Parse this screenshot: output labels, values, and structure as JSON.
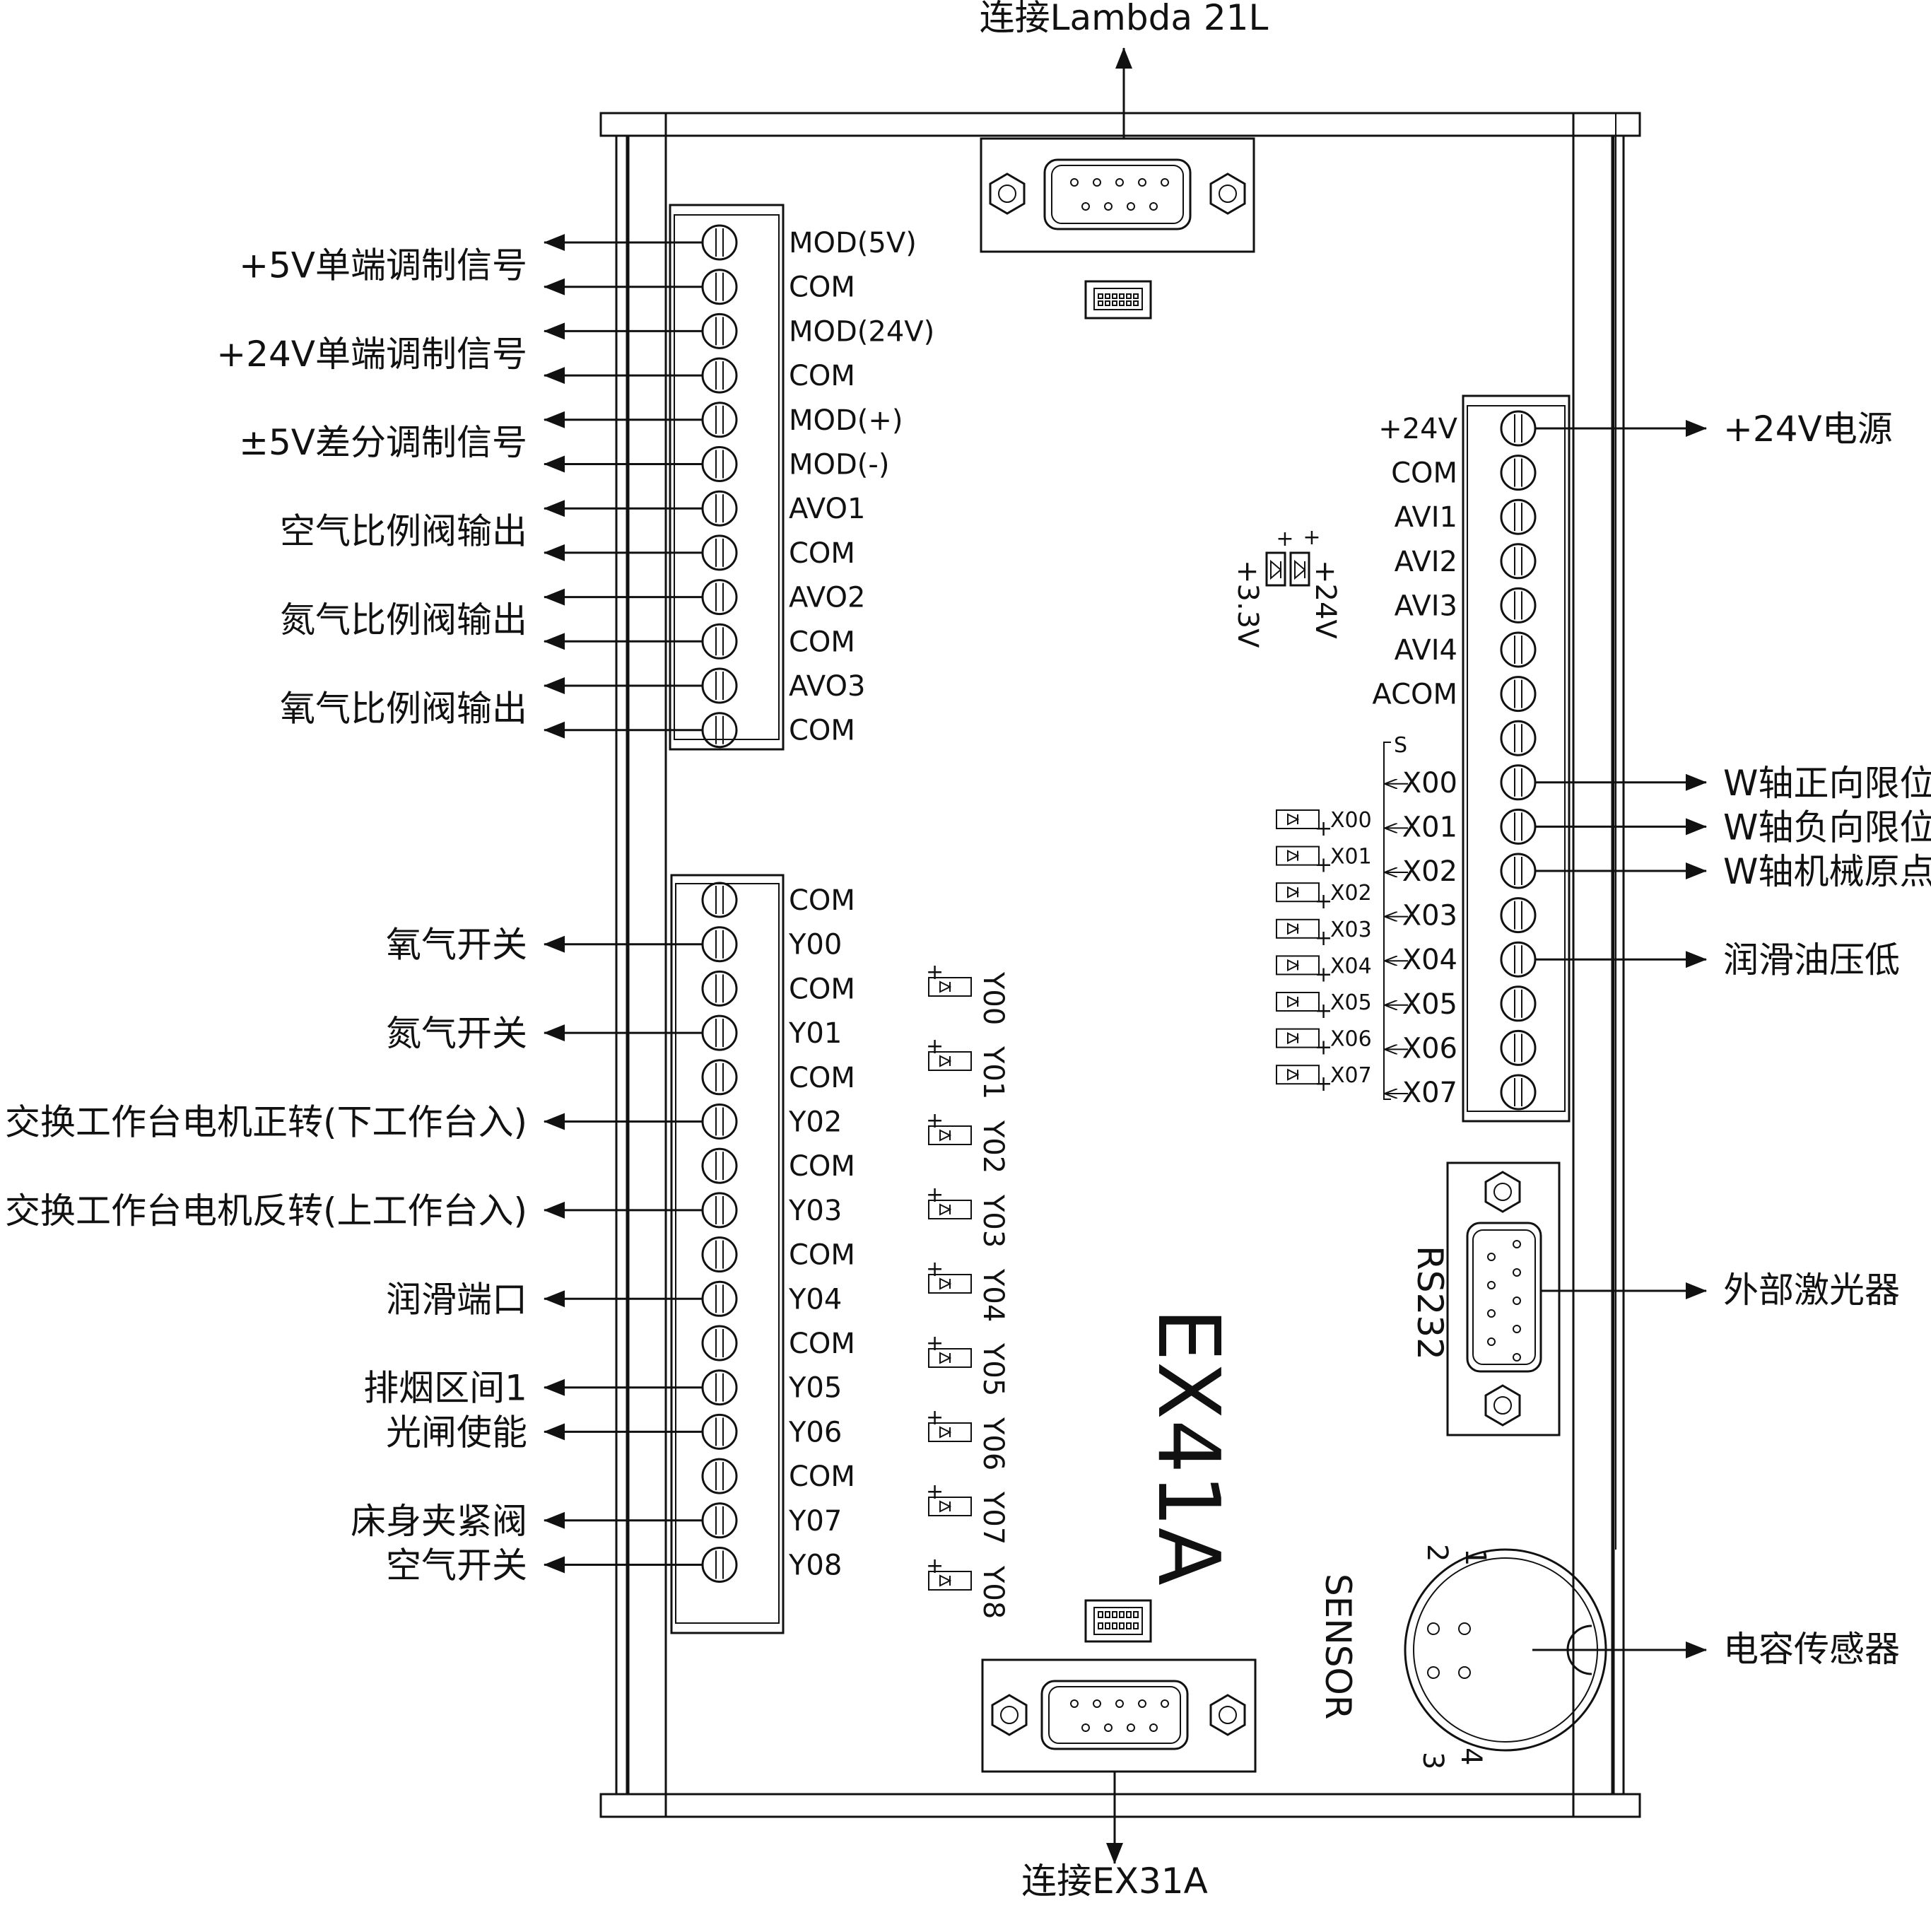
{
  "board": {
    "name": "EX41A",
    "top_connector_label": "连接Lambda 21L",
    "bottom_connector_label": "连接EX31A",
    "rs232_label": "RS232",
    "sensor_label": "SENSOR",
    "sensor_pins": [
      "1",
      "2",
      "3",
      "4"
    ],
    "jumper_labels": [
      "+24V",
      "+3.3V"
    ],
    "small_s": "S"
  },
  "analog_out_block": {
    "pins": [
      "MOD(5V)",
      "COM",
      "MOD(24V)",
      "COM",
      "MOD(+)",
      "MOD(-)",
      "AVO1",
      "COM",
      "AVO2",
      "COM",
      "AVO3",
      "COM"
    ],
    "descriptions": [
      "+5V单端调制信号",
      "+24V单端调制信号",
      "±5V差分调制信号",
      "空气比例阀输出",
      "氮气比例阀输出",
      "氧气比例阀输出"
    ]
  },
  "output_block": {
    "pins": [
      "COM",
      "Y00",
      "COM",
      "Y01",
      "COM",
      "Y02",
      "COM",
      "Y03",
      "COM",
      "Y04",
      "COM",
      "Y05",
      "Y06",
      "COM",
      "Y07",
      "Y08"
    ],
    "descriptions": [
      {
        "pin": 1,
        "text": "氧气开关"
      },
      {
        "pin": 3,
        "text": "氮气开关"
      },
      {
        "pin": 5,
        "text": "交换工作台电机正转(下工作台入)"
      },
      {
        "pin": 7,
        "text": "交换工作台电机反转(上工作台入)"
      },
      {
        "pin": 9,
        "text": "润滑端口"
      },
      {
        "pin": 11,
        "text": "排烟区间1"
      },
      {
        "pin": 12,
        "text": "光闸使能"
      },
      {
        "pin": 14,
        "text": "床身夹紧阀"
      },
      {
        "pin": 15,
        "text": "空气开关"
      }
    ],
    "led_labels": [
      "Y00",
      "Y01",
      "Y02",
      "Y03",
      "Y04",
      "Y05",
      "Y06",
      "Y07",
      "Y08"
    ]
  },
  "input_block": {
    "pins": [
      "+24V",
      "COM",
      "AVI1",
      "AVI2",
      "AVI3",
      "AVI4",
      "ACOM",
      "",
      "X00",
      "X01",
      "X02",
      "X03",
      "X04",
      "X05",
      "X06",
      "X07"
    ],
    "descriptions": [
      {
        "pin": 0,
        "text": "+24V电源"
      },
      {
        "pin": 8,
        "text": "W轴正向限位"
      },
      {
        "pin": 9,
        "text": "W轴负向限位"
      },
      {
        "pin": 10,
        "text": "W轴机械原点"
      },
      {
        "pin": 12,
        "text": "润滑油压低"
      }
    ],
    "led_labels": [
      "X00",
      "X01",
      "X02",
      "X03",
      "X04",
      "X05",
      "X06",
      "X07"
    ]
  },
  "rs232_description": "外部激光器",
  "sensor_description": "电容传感器"
}
